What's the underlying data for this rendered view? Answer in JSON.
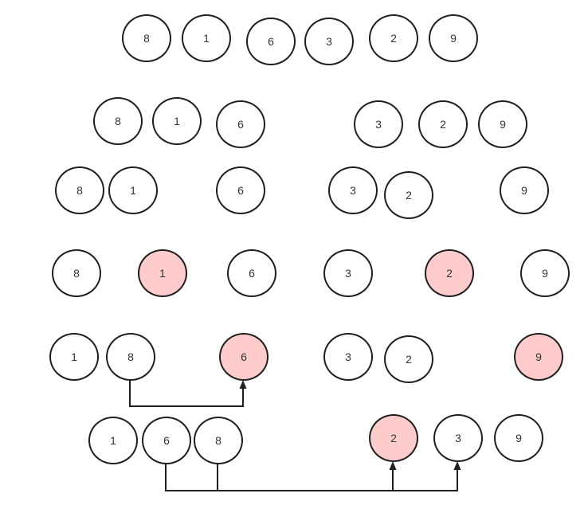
{
  "colors": {
    "stroke": "#1f1f1f",
    "fill": "#ffffff",
    "highlight": "#ffcccc",
    "text": "#333333"
  },
  "rows": [
    {
      "row": "row-1",
      "nodes": [
        {
          "label": "8",
          "highlight": false
        },
        {
          "label": "1",
          "highlight": false
        },
        {
          "label": "6",
          "highlight": false
        },
        {
          "label": "3",
          "highlight": false
        },
        {
          "label": "2",
          "highlight": false
        },
        {
          "label": "9",
          "highlight": false
        }
      ]
    },
    {
      "row": "row-2",
      "nodes": [
        {
          "label": "8",
          "highlight": false
        },
        {
          "label": "1",
          "highlight": false
        },
        {
          "label": "6",
          "highlight": false
        },
        {
          "label": "3",
          "highlight": false
        },
        {
          "label": "2",
          "highlight": false
        },
        {
          "label": "9",
          "highlight": false
        }
      ]
    },
    {
      "row": "row-3",
      "nodes": [
        {
          "label": "8",
          "highlight": false
        },
        {
          "label": "1",
          "highlight": false
        },
        {
          "label": "6",
          "highlight": false
        },
        {
          "label": "3",
          "highlight": false
        },
        {
          "label": "2",
          "highlight": false
        },
        {
          "label": "9",
          "highlight": false
        }
      ]
    },
    {
      "row": "row-4",
      "nodes": [
        {
          "label": "8",
          "highlight": false
        },
        {
          "label": "1",
          "highlight": true
        },
        {
          "label": "6",
          "highlight": false
        },
        {
          "label": "3",
          "highlight": false
        },
        {
          "label": "2",
          "highlight": true
        },
        {
          "label": "9",
          "highlight": false
        }
      ]
    },
    {
      "row": "row-5",
      "nodes": [
        {
          "label": "1",
          "highlight": false
        },
        {
          "label": "8",
          "highlight": false
        },
        {
          "label": "6",
          "highlight": true
        },
        {
          "label": "3",
          "highlight": false
        },
        {
          "label": "2",
          "highlight": false
        },
        {
          "label": "9",
          "highlight": true
        }
      ]
    },
    {
      "row": "row-6",
      "nodes": [
        {
          "label": "1",
          "highlight": false
        },
        {
          "label": "6",
          "highlight": false
        },
        {
          "label": "8",
          "highlight": false
        },
        {
          "label": "2",
          "highlight": true
        },
        {
          "label": "3",
          "highlight": false
        },
        {
          "label": "9",
          "highlight": false
        }
      ]
    }
  ],
  "edges": [
    {
      "from": [
        4,
        1
      ],
      "to": [
        4,
        2
      ]
    },
    {
      "from": [
        5,
        1
      ],
      "to": [
        5,
        3
      ]
    },
    {
      "from": [
        5,
        2
      ],
      "to": [
        5,
        4
      ]
    }
  ]
}
